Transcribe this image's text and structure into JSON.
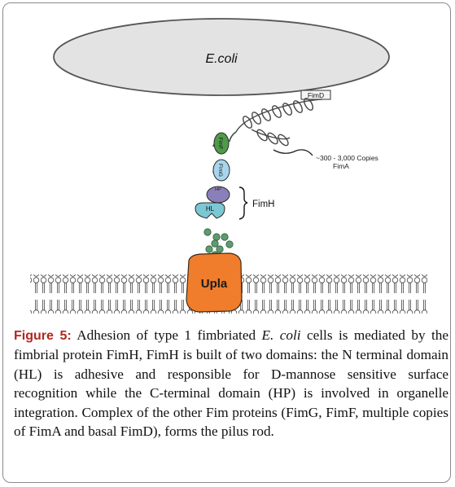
{
  "diagram": {
    "cell_label": "E.coli",
    "fimd_label": "FimD",
    "copies_line1": "~300 - 3,000 Copies",
    "copies_line2": "FimA",
    "fimf_label": "FimF",
    "fimg_label": "FimG",
    "hp_label": "HP",
    "hl_label": "HL",
    "fimh_label": "FimH",
    "receptor_label": "Upla"
  },
  "caption": {
    "label": "Figure 5:",
    "text_1": " Adhesion of type 1 fimbriated ",
    "species": "E. coli",
    "text_2": " cells is mediated by the fimbrial protein FimH, FimH is built of two domains: the N terminal domain (HL) is adhesive and responsible for D-mannose sensitive surface recognition while the C-terminal domain (HP) is involved in organelle integration. Complex of the other Fim proteins (FimG, FimF, multiple copies of FimA and basal FimD), forms the pilus rod."
  }
}
